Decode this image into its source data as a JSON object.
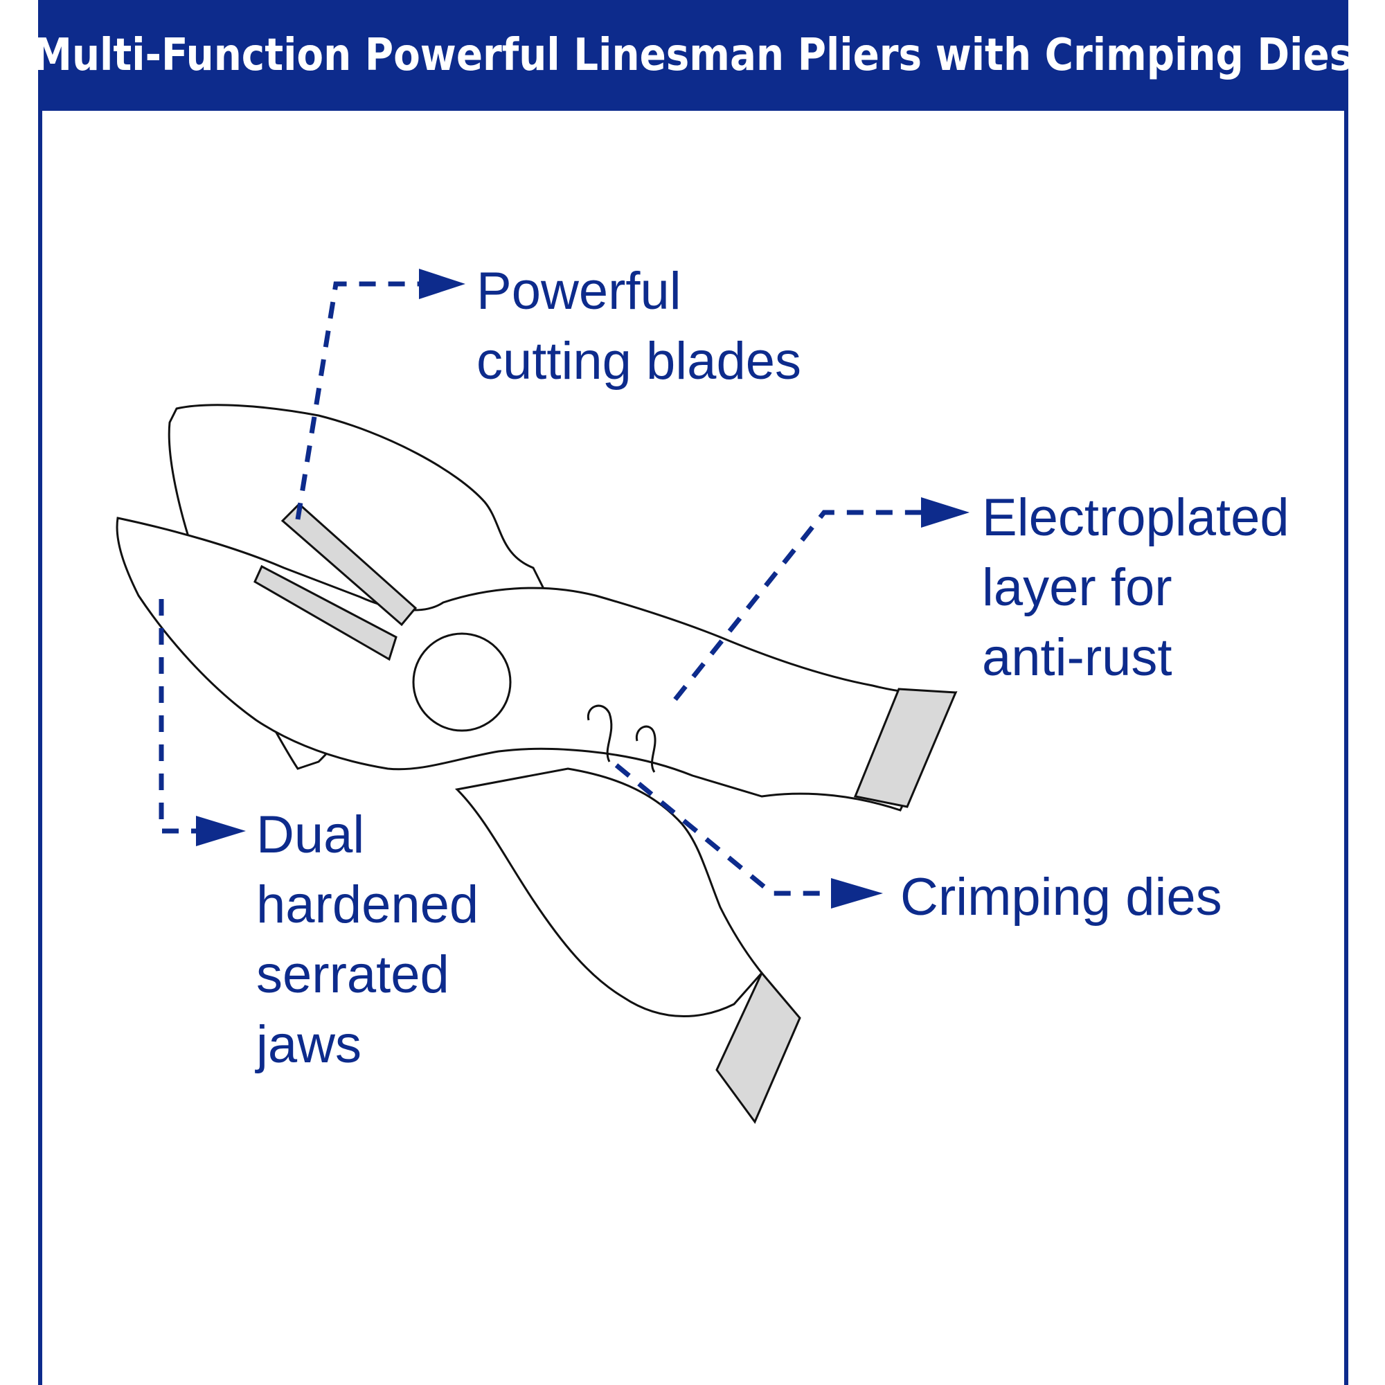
{
  "title": "Multi-Function Powerful Linesman Pliers with Crimping Dies",
  "colors": {
    "accent": "#0d2b8c",
    "outline": "#111111",
    "insert_fill": "#d9d9d9",
    "background": "#ffffff"
  },
  "callouts": {
    "blades": {
      "line1": "Powerful",
      "line2": "cutting blades"
    },
    "plating": {
      "line1": "Electroplated",
      "line2": "layer for",
      "line3": "anti-rust"
    },
    "jaws": {
      "line1": "Dual",
      "line2": "hardened",
      "line3": "serrated",
      "line4": "jaws"
    },
    "crimp": {
      "line1": "Crimping dies"
    }
  }
}
